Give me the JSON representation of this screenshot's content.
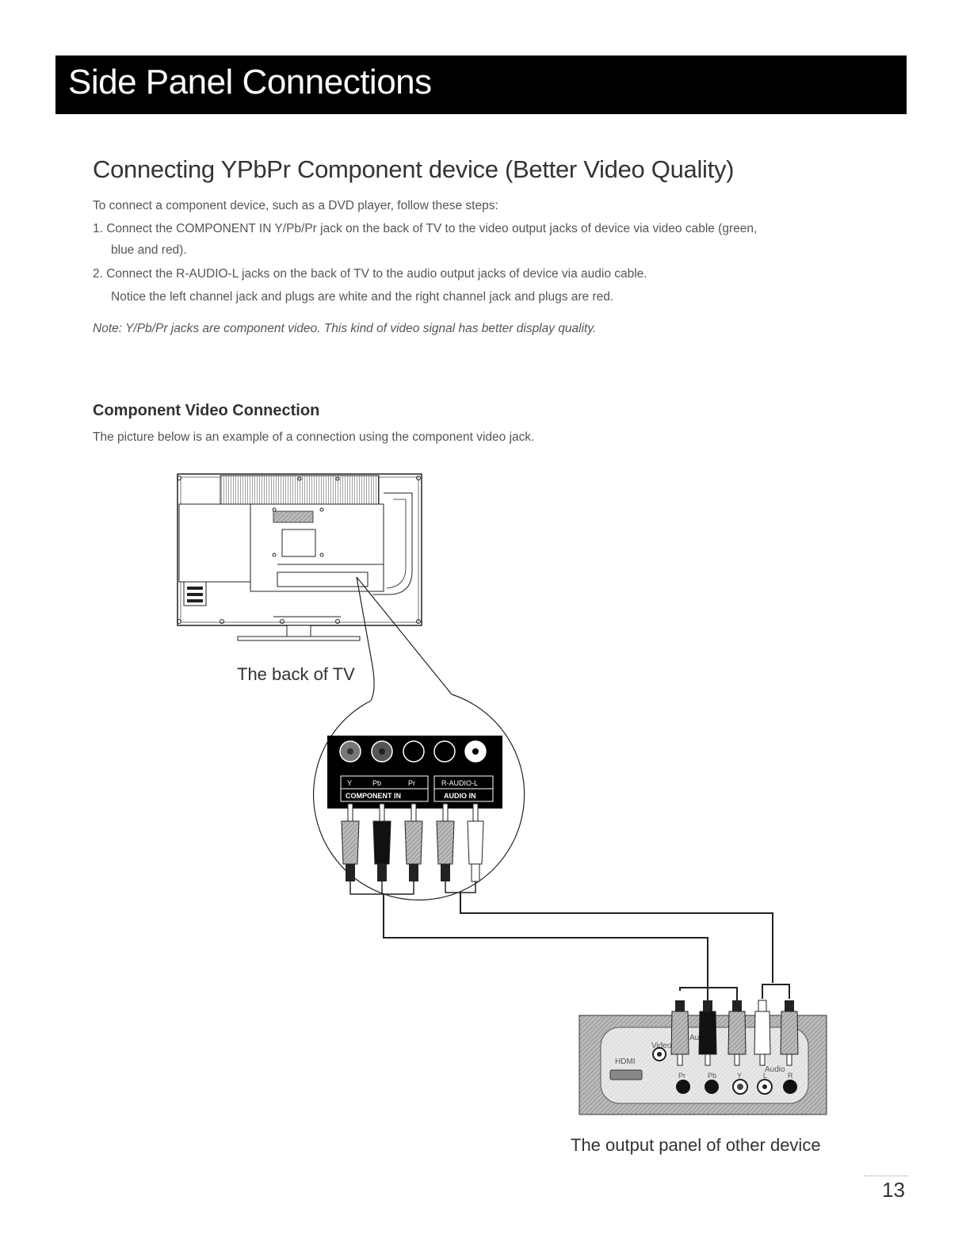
{
  "header": {
    "title": "Side Panel Connections"
  },
  "section": {
    "title": "Connecting YPbPr Component device (Better Video Quality)",
    "intro": "To connect a component device, such as a DVD player, follow these steps:",
    "step1_line1": "1.  Connect the COMPONENT IN Y/Pb/Pr jack on the back of TV to the video output jacks of device via video cable (green,",
    "step1_line2": "blue and red).",
    "step2_line1": "2.  Connect the R-AUDIO-L jacks on the back of TV to the audio output jacks of device via audio cable.",
    "step2_line2": "Notice the left channel jack and plugs are white and the right channel jack and plugs are red.",
    "note": "Note: Y/Pb/Pr jacks are component video. This kind of video signal has better display quality."
  },
  "component_section": {
    "heading": "Component Video Connection",
    "description": "The picture below is an example of a connection using the component video jack."
  },
  "diagram": {
    "tv_caption": "The back of TV",
    "device_caption": "The output panel of other device",
    "tv_jack_labels": {
      "y": "Y",
      "pb": "Pb",
      "pr": "Pr",
      "component_in": "COMPONENT IN",
      "audio": "R-AUDIO-L",
      "audio_in": "AUDIO IN"
    },
    "device_labels": {
      "hdmi": "HDMI",
      "video": "Video",
      "audio_cut": "Aud",
      "audio": "Audio",
      "pr": "Pr",
      "pb": "Pb",
      "y": "Y",
      "l": "L",
      "r": "R"
    }
  },
  "footer": {
    "page_number": "13"
  }
}
